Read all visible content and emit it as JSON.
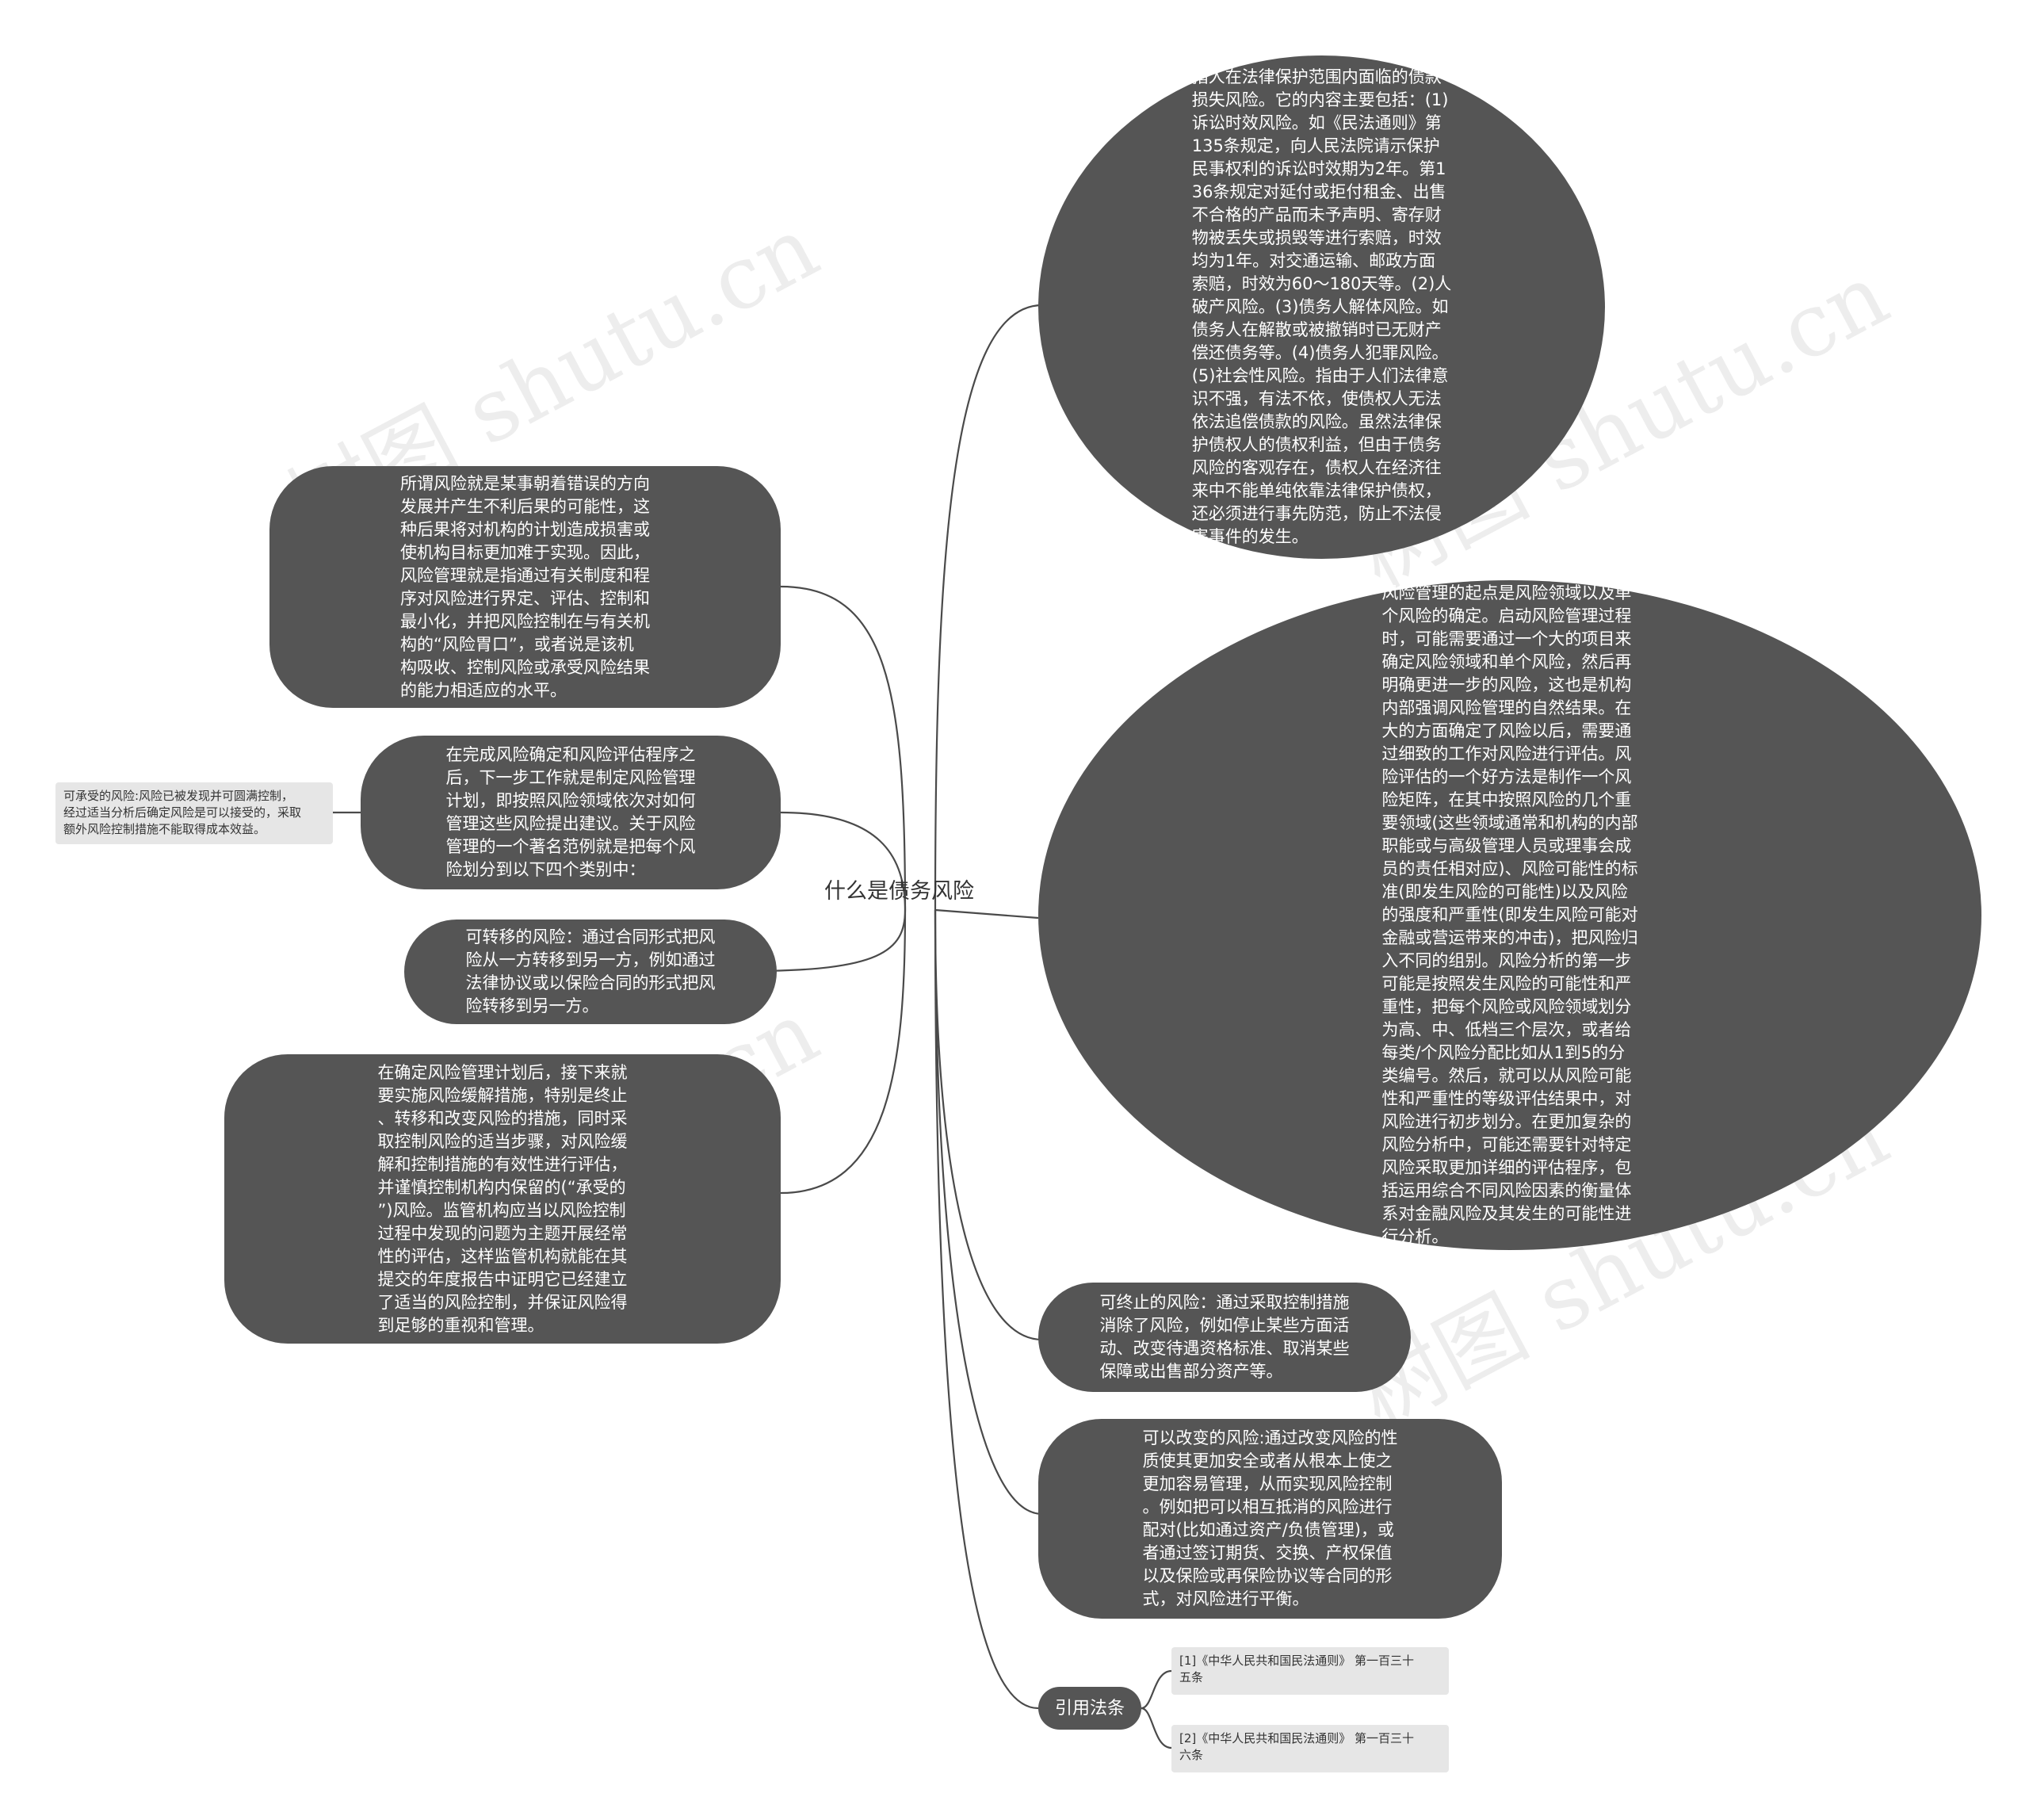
{
  "root": "什么是债务风险",
  "nodes": {
    "right_1": "指人在法律保护范围内面临的债款\n损失风险。它的内容主要包括：(1)\n诉讼时效风险。如《民法通则》第\n135条规定，向人民法院请示保护\n民事权利的诉讼时效期为2年。第1\n36条规定对延付或拒付租金、出售\n不合格的产品而未予声明、寄存财\n物被丢失或损毁等进行索赔，时效\n均为1年。对交通运输、邮政方面\n索赔，时效为60～180天等。(2)人\n破产风险。(3)债务人解体风险。如\n债务人在解散或被撤销时已无财产\n偿还债务等。(4)债务人犯罪风险。\n(5)社会性风险。指由于人们法律意\n识不强，有法不依，使债权人无法\n依法追偿债款的风险。虽然法律保\n护债权人的债权利益，但由于债务\n风险的客观存在，债权人在经济往\n来中不能单纯依靠法律保护债权，\n还必须进行事先防范，防止不法侵\n害事件的发生。",
    "right_2": "风险管理的起点是风险领域以及单\n个风险的确定。启动风险管理过程\n时，可能需要通过一个大的项目来\n确定风险领域和单个风险，然后再\n明确更进一步的风险，这也是机构\n内部强调风险管理的自然结果。在\n大的方面确定了风险以后，需要通\n过细致的工作对风险进行评估。风\n险评估的一个好方法是制作一个风\n险矩阵，在其中按照风险的几个重\n要领域(这些领域通常和机构的内部\n职能或与高级管理人员或理事会成\n员的责任相对应)、风险可能性的标\n准(即发生风险的可能性)以及风险\n的强度和严重性(即发生风险可能对\n金融或营运带来的冲击)，把风险归\n入不同的组别。风险分析的第一步\n可能是按照发生风险的可能性和严\n重性，把每个风险或风险领域划分\n为高、中、低档三个层次，或者给\n每类/个风险分配比如从1到5的分\n类编号。然后，就可以从风险可能\n性和严重性的等级评估结果中，对\n风险进行初步划分。在更加复杂的\n风险分析中，可能还需要针对特定\n风险采取更加详细的评估程序，包\n括运用综合不同风险因素的衡量体\n系对金融风险及其发生的可能性进\n行分析。",
    "right_3": "可终止的风险：通过采取控制措施\n消除了风险，例如停止某些方面活\n动、改变待遇资格标准、取消某些\n保障或出售部分资产等。",
    "right_4": "可以改变的风险:通过改变风险的性\n质使其更加安全或者从根本上使之\n更加容易管理，从而实现风险控制\n。例如把可以相互抵消的风险进行\n配对(比如通过资产/负债管理)，或\n者通过签订期货、交换、产权保值\n以及保险或再保险协议等合同的形\n式，对风险进行平衡。",
    "right_5": "引用法条",
    "left_1": "所谓风险就是某事朝着错误的方向\n发展并产生不利后果的可能性，这\n种后果将对机构的计划造成损害或\n使机构目标更加难于实现。因此，\n风险管理就是指通过有关制度和程\n序对风险进行界定、评估、控制和\n最小化，并把风险控制在与有关机\n构的“风险胃口”，或者说是该机\n构吸收、控制风险或承受风险结果\n的能力相适应的水平。",
    "left_2": "在完成风险确定和风险评估程序之\n后，下一步工作就是制定风险管理\n计划，即按照风险领域依次对如何\n管理这些风险提出建议。关于风险\n管理的一个著名范例就是把每个风\n险划分到以下四个类别中：",
    "left_3": "可转移的风险：通过合同形式把风\n险从一方转移到另一方，例如通过\n法律协议或以保险合同的形式把风\n险转移到另一方。",
    "left_4": "在确定风险管理计划后，接下来就\n要实施风险缓解措施，特别是终止\n、转移和改变风险的措施，同时采\n取控制风险的适当步骤，对风险缓\n解和控制措施的有效性进行评估，\n并谨慎控制机构内保留的(“承受的\n”)风险。监管机构应当以风险控制\n过程中发现的问题为主题开展经常\n性的评估，这样监管机构就能在其\n提交的年度报告中证明它已经建立\n了适当的风险控制，并保证风险得\n到足够的重视和管理。"
  },
  "leaves": {
    "left_2_child": "可承受的风险:风险已被发现并可圆满控制，\n经过适当分析后确定风险是可以接受的，采取\n额外风险控制措施不能取得成本效益。",
    "law_1": "[1]《中华人民共和国民法通则》 第一百三十\n五条",
    "law_2": "[2]《中华人民共和国民法通则》 第一百三十\n六条"
  },
  "watermarks": [
    "树图 shutu.cn",
    "树图 shutu.cn",
    "树图 shutu.cn",
    "树图 shutu.cn"
  ],
  "colors": {
    "node_fill": "#555555",
    "node_text": "#ffffff",
    "leaf_fill": "#e6e6e6",
    "link": "#4a4a4a"
  }
}
